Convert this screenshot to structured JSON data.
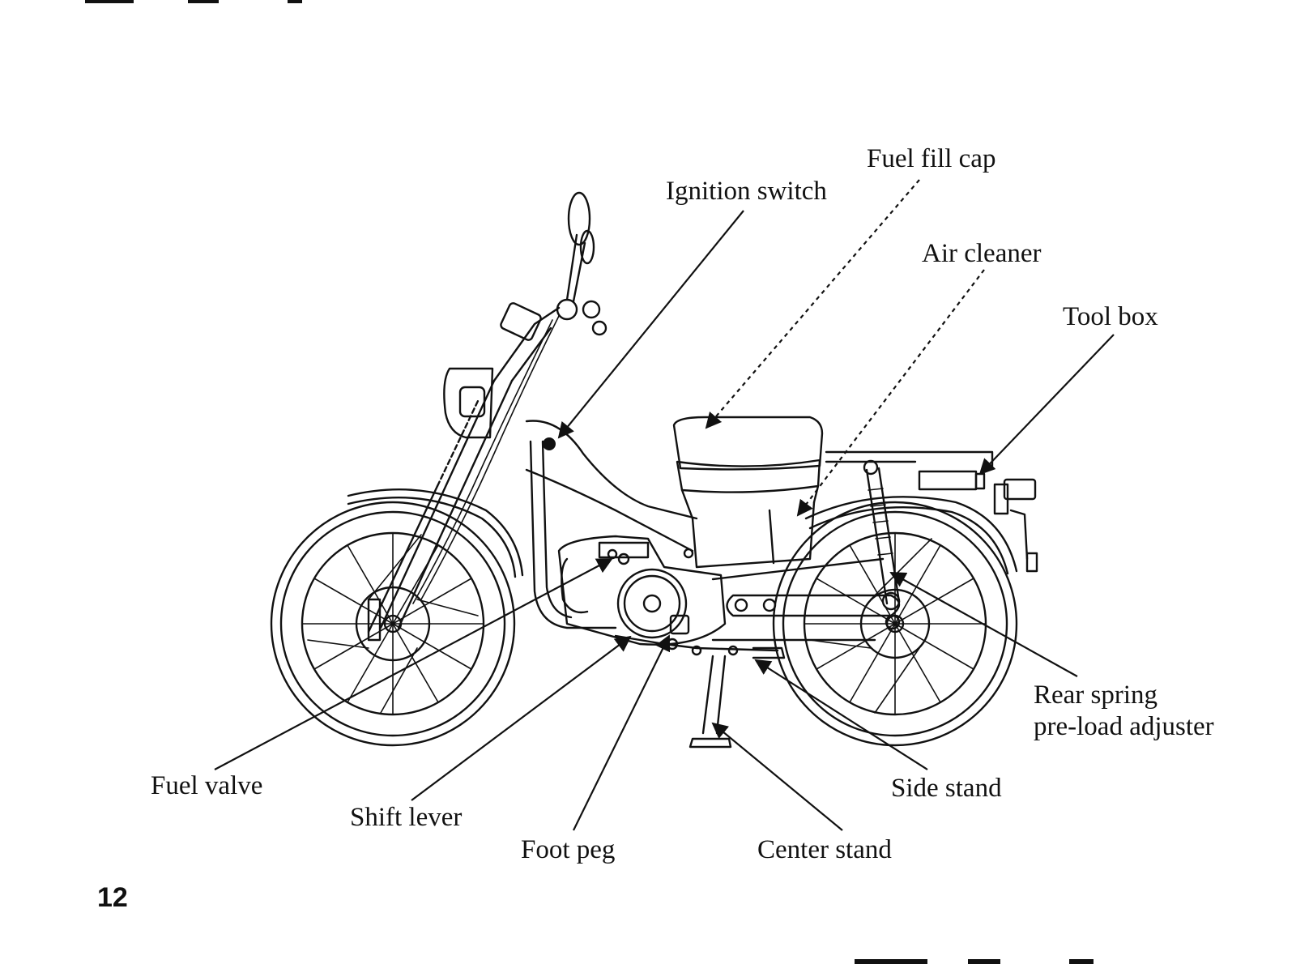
{
  "page": {
    "number": "12"
  },
  "labels": {
    "fuel_fill_cap": "Fuel fill cap",
    "ignition_switch": "Ignition switch",
    "air_cleaner": "Air cleaner",
    "tool_box": "Tool box",
    "rear_spring_line1": "Rear spring",
    "rear_spring_line2": "pre-load adjuster",
    "fuel_valve": "Fuel valve",
    "shift_lever": "Shift lever",
    "foot_peg": "Foot peg",
    "center_stand": "Center stand",
    "side_stand": "Side stand"
  },
  "illustration": {
    "subject": "motorcycle-side-view",
    "line_color": "#111111",
    "background": "#ffffff"
  }
}
